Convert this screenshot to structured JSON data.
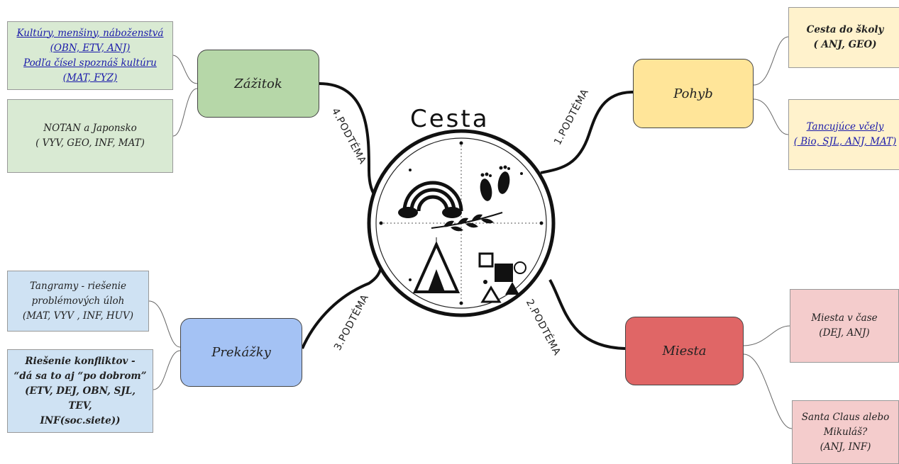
{
  "title": "Cesta",
  "colors": {
    "green": "#b6d7a8",
    "green_light": "#d9ead3",
    "yellow": "#ffe599",
    "yellow_light": "#fff2cc",
    "blue": "#a4c2f4",
    "blue_light": "#cfe2f3",
    "red": "#e06666",
    "red_light": "#f4cccc"
  },
  "subtopics": {
    "s1": "1.PODTÉMA",
    "s2": "2.PODTÉMA",
    "s3": "3.PODTÉMA",
    "s4": "4.PODTÉMA"
  },
  "branches": {
    "zazitok": {
      "label": "Zážitok",
      "leaves": {
        "a": {
          "line1": "Kultúry, menšiny, náboženstvá",
          "line2": "(OBN, ETV, ANJ)",
          "line3": "Podľa čísel spoznáš kultúru",
          "line4": "(MAT, FYZ)"
        },
        "b": {
          "line1": "NOTAN a Japonsko",
          "line2": "( VYV, GEO, INF, MAT)"
        }
      }
    },
    "pohyb": {
      "label": "Pohyb",
      "leaves": {
        "a": {
          "line1": "Cesta do školy",
          "line2": "( ANJ, GEO)"
        },
        "b": {
          "line1": "Tancujúce včely",
          "line2": "( Bio, SJL, ANJ, MAT)"
        }
      }
    },
    "prekazky": {
      "label": "Prekážky",
      "leaves": {
        "a": {
          "line1": "Tangramy - riešenie",
          "line2": "problémových úloh",
          "line3": "(MAT, VYV , INF, HUV)"
        },
        "b": {
          "line1": "Riešenie konfliktov -",
          "line2": "“dá sa to aj “po dobrom”",
          "line3": "(ETV, DEJ, OBN, SJL, TEV,",
          "line4": "INF(soc.siete))"
        }
      }
    },
    "miesta": {
      "label": "Miesta",
      "leaves": {
        "a": {
          "line1": "Miesta v čase",
          "line2": "(DEJ, ANJ)"
        },
        "b": {
          "line1": "Santa Claus alebo",
          "line2": "Mikuláš?",
          "line3": "(ANJ, INF)"
        }
      }
    }
  },
  "icons": [
    "rainbow-icon",
    "footprints-icon",
    "tent-icon",
    "shapes-icon",
    "branch-icon"
  ]
}
